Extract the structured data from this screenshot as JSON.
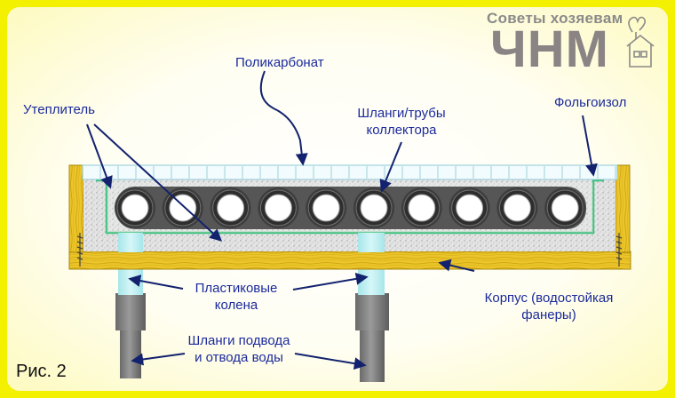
{
  "logo": {
    "caption": "Советы хозяевам",
    "mark": "ЧНМ",
    "icon": "house-heart-icon"
  },
  "figure_label": "Рис. 2",
  "labels": {
    "polycarbonate": "Поликарбонат",
    "insulation": "Утеплитель",
    "hoses_line1": "Шланги/трубы",
    "hoses_line2": "коллектора",
    "foil_insulation": "Фольгоизол",
    "elbows_line1": "Пластиковые",
    "elbows_line2": "колена",
    "housing_line1": "Корпус (водостойкая",
    "housing_line2": "фанеры)",
    "supply_line1": "Шланги подвода",
    "supply_line2": "и отвода воды"
  },
  "colors": {
    "label_text": "#1b2a9c",
    "frame_wood": "#e8c020",
    "pipe_dark": "#5a5a5a",
    "elbow_cyan": "#b8ecef",
    "supply_hose": "#7a7a7a",
    "background": "#f3f000"
  },
  "pipe_count": 10
}
